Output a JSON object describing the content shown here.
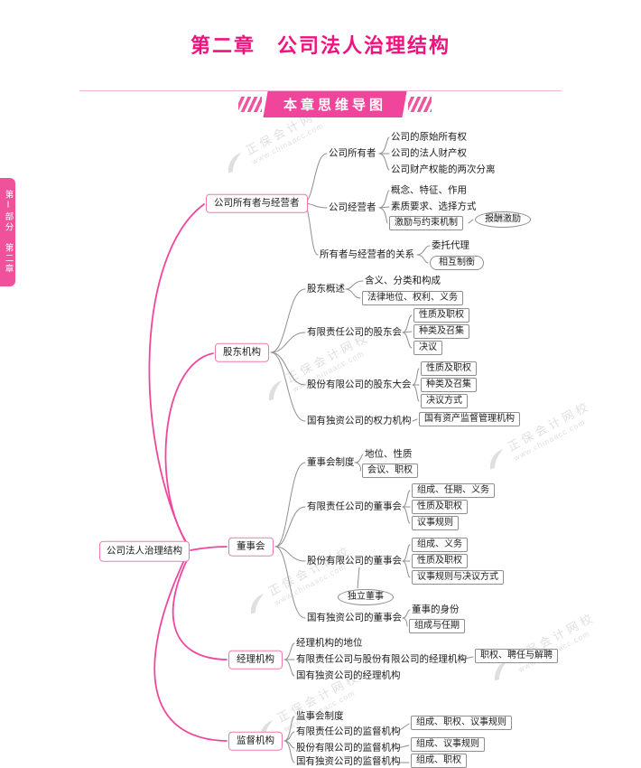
{
  "page": {
    "title": "第二章　公司法人治理结构",
    "banner_label": "本章思维导图",
    "sidebar_tab": "第Ⅰ部分　第二章",
    "watermark": {
      "brand": "正保会计网校",
      "url": "www.chinaacc.com"
    }
  },
  "mindmap": {
    "root": "公司法人治理结构",
    "branches": [
      {
        "label": "公司所有者与经营者",
        "children": [
          {
            "label": "公司所有者",
            "children": [
              {
                "label": "公司的原始所有权"
              },
              {
                "label": "公司的法人财产权"
              },
              {
                "label": "公司财产权能的两次分离"
              }
            ]
          },
          {
            "label": "公司经营者",
            "children": [
              {
                "label": "概念、特征、作用"
              },
              {
                "label": "素质要求、选择方式"
              },
              {
                "label": "激励与约束机制",
                "callout": "报酬激励"
              }
            ]
          },
          {
            "label": "所有者与经营者的关系",
            "children": [
              {
                "label": "委托代理"
              },
              {
                "label": "相互制衡"
              }
            ]
          }
        ]
      },
      {
        "label": "股东机构",
        "children": [
          {
            "label": "股东概述",
            "children": [
              {
                "label": "含义、分类和构成"
              },
              {
                "label": "法律地位、权利、义务"
              }
            ]
          },
          {
            "label": "有限责任公司的股东会",
            "children": [
              {
                "label": "性质及职权"
              },
              {
                "label": "种类及召集"
              },
              {
                "label": "决议"
              }
            ]
          },
          {
            "label": "股份有限公司的股东大会",
            "children": [
              {
                "label": "性质及职权"
              },
              {
                "label": "种类及召集"
              },
              {
                "label": "决议方式"
              }
            ]
          },
          {
            "label": "国有独资公司的权力机构",
            "children": [
              {
                "label": "国有资产监督管理机构"
              }
            ]
          }
        ]
      },
      {
        "label": "董事会",
        "children": [
          {
            "label": "董事会制度",
            "children": [
              {
                "label": "地位、性质"
              },
              {
                "label": "会议、职权"
              }
            ]
          },
          {
            "label": "有限责任公司的董事会",
            "children": [
              {
                "label": "组成、任期、义务"
              },
              {
                "label": "性质及职权"
              },
              {
                "label": "议事规则"
              }
            ]
          },
          {
            "label": "股份有限公司的董事会",
            "callout": "独立董事",
            "children": [
              {
                "label": "组成、义务"
              },
              {
                "label": "性质及职权"
              },
              {
                "label": "议事规则与决议方式"
              }
            ]
          },
          {
            "label": "国有独资公司的董事会",
            "children": [
              {
                "label": "董事的身份"
              },
              {
                "label": "组成与任期"
              }
            ]
          }
        ]
      },
      {
        "label": "经理机构",
        "children": [
          {
            "label": "经理机构的地位"
          },
          {
            "label": "有限责任公司与股份有限公司的经理机构",
            "callout": "职权、聘任与解聘"
          },
          {
            "label": "国有独资公司的经理机构"
          }
        ]
      },
      {
        "label": "监督机构",
        "children": [
          {
            "label": "监事会制度"
          },
          {
            "label": "有限责任公司的监督机构",
            "callout": "组成、职权、议事规则"
          },
          {
            "label": "股份有限公司的监督机构",
            "callout": "组成、议事规则"
          },
          {
            "label": "国有独资公司的监督机构",
            "callout": "组成、职权"
          }
        ]
      }
    ]
  }
}
